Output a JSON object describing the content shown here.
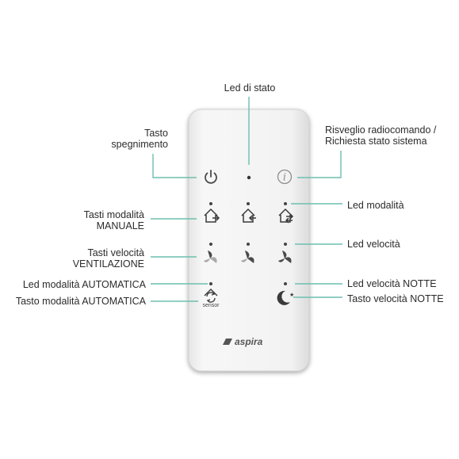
{
  "labels": {
    "led_stato": "Led di stato",
    "tasto_spegnimento": [
      "Tasto",
      "spegnimento"
    ],
    "risveglio": [
      "Risveglio radiocomando /",
      "Richiesta stato sistema"
    ],
    "tasti_modalita_manuale": [
      "Tasti modalità",
      "MANUALE"
    ],
    "led_modalita": "Led modalità",
    "tasti_velocita": [
      "Tasti velocità",
      "VENTILAZIONE"
    ],
    "led_velocita": "Led velocità",
    "led_automatica": "Led modalità AUTOMATICA",
    "tasto_automatica": "Tasto modalità AUTOMATICA",
    "led_notte": "Led velocità NOTTE",
    "tasto_notte": "Tasto velocità NOTTE"
  },
  "remote": {
    "brand": "aspira",
    "sensor_label": "sensor"
  },
  "colors": {
    "leader": "#6cbfae",
    "icon": "#3a3a3a",
    "icon_light": "#9a9a9a",
    "body": "#f3f3f3"
  }
}
